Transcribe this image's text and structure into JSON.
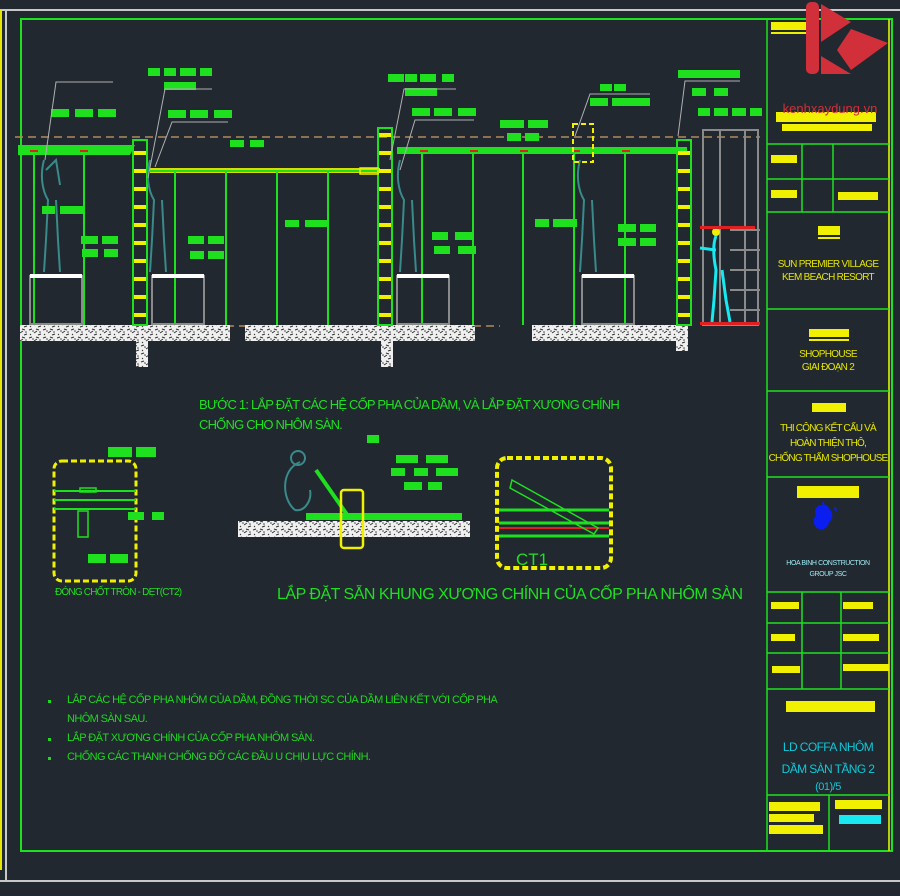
{
  "drawing": {
    "watermark": "kenhxaydung.vn",
    "step_title_line1": "BƯỚC 1: LẮP ĐẶT CÁC HỆ  CỐP PHA CỦA DẦM, VÀ LẮP ĐẶT XƯƠNG CHÍNH",
    "step_title_line2": "CHỐNG CHO NHÔM SÀN.",
    "detail_ct2_caption": "ĐÓNG CHỐT TRÒN - DẸT(CT2)",
    "assembly_caption": "LẮP ĐẶT SẴN  KHUNG XƯƠNG CHÍNH CỦA CỐP PHA NHÔM SÀN",
    "detail_ct1_label": "CT1",
    "notes": [
      "LẮP CÁC HỆ CỐP PHA NHÔM CỦA DẦM, ĐỒNG THỜI SC CỦA DẦM LIÊN KẾT VỚI CỐP PHA",
      "NHÔM SÀN SAU.",
      "LẮP ĐẶT XƯƠNG CHÍNH CỦA CỐP PHA NHÔM SÀN.",
      "CHỐNG CÁC THANH CHỐNG ĐỠ CÁC ĐẦU U CHỊU LỰC CHÍNH."
    ]
  },
  "title_block": {
    "project_line1": "SUN PREMIER VILLAGE",
    "project_line2": "KEM BEACH RESORT",
    "item_line1": "SHOPHOUSE",
    "item_line2": "GIAI ĐOẠN 2",
    "scope_line1": "THI CÔNG KẾT CẤU VÀ",
    "scope_line2": "HOÀN THIỆN THÔ,",
    "scope_line3": "CHỐNG THẤM SHOPHOUSE",
    "company_line1": "HOA BINH CONSTRUCTION",
    "company_line2": "GROUP JSC",
    "sheet_title_line1": "LD COFFA NHÔM",
    "sheet_title_line2": "DẦM SÀN TẦNG 2",
    "sheet_number": "(01)/5"
  },
  "colors": {
    "background": "#212830",
    "cad_green": "#1fe01f",
    "cad_yellow": "#e6e600",
    "cad_cyan": "#10c8d8",
    "logo_red": "#d1303a",
    "company_logo_blue": "#0a1ef0"
  }
}
